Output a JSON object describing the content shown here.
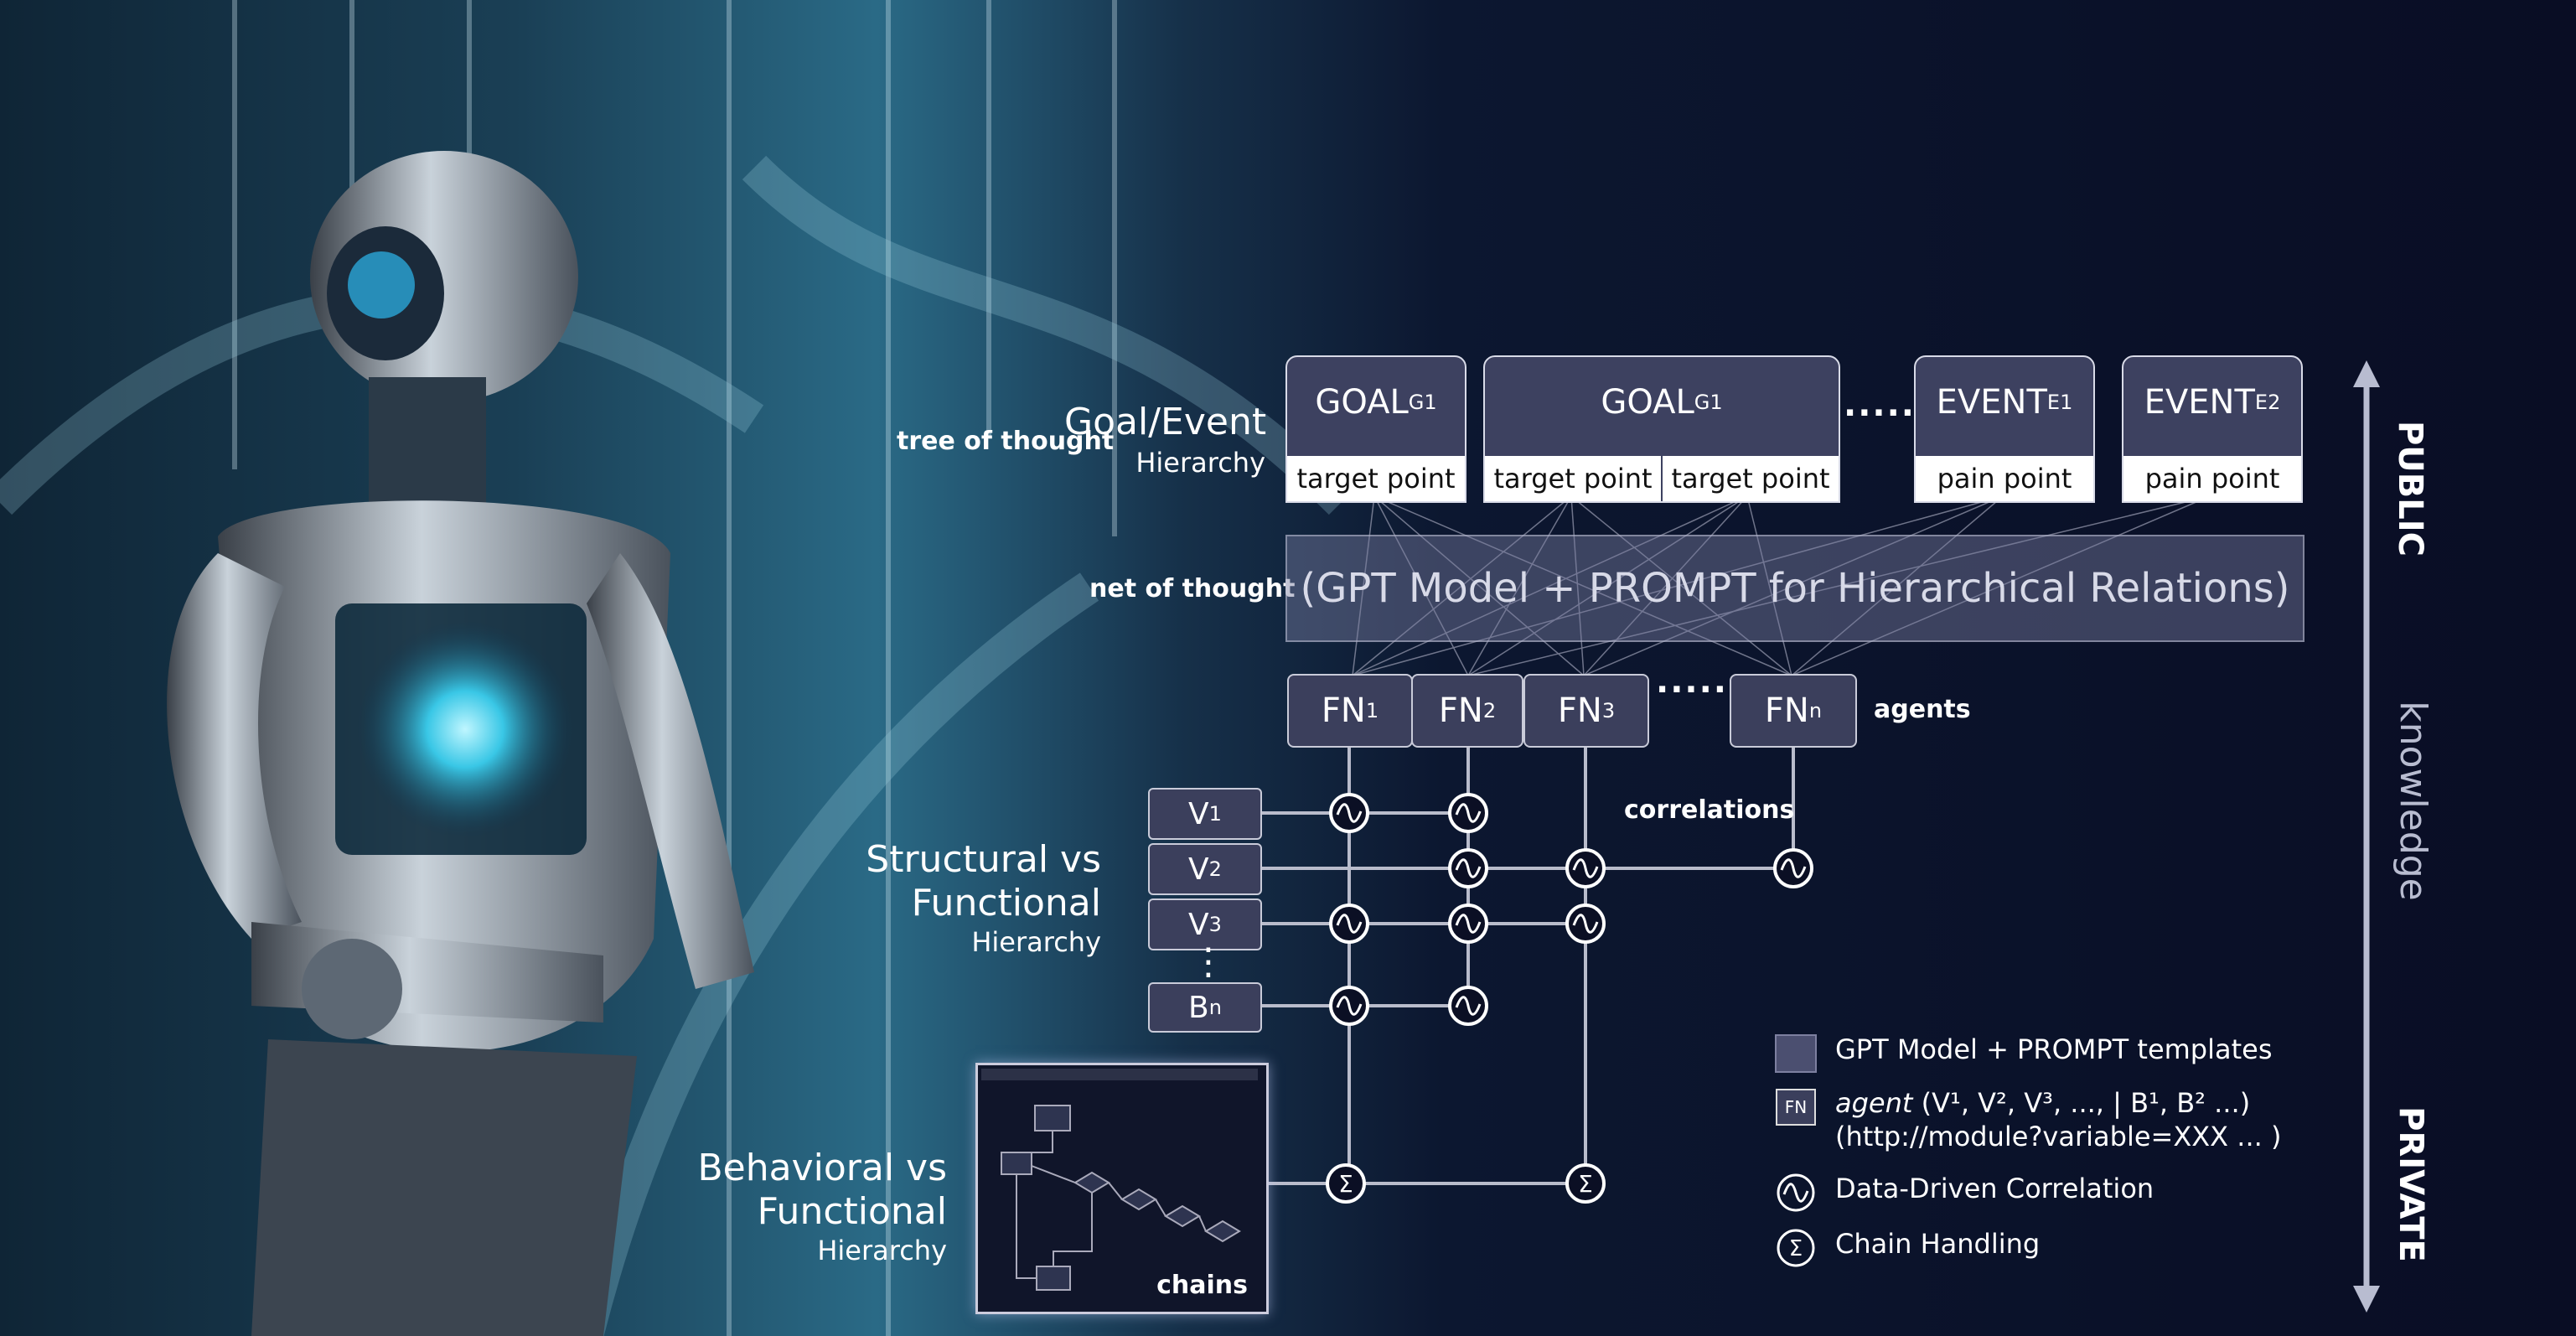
{
  "left_labels": {
    "tree_of_thought": "tree of thought",
    "net_of_thought": "net of thought",
    "goal_event": {
      "title": "Goal/Event",
      "sub": "Hierarchy"
    },
    "structural": {
      "line1": "Structural vs",
      "line2": "Functional",
      "sub": "Hierarchy"
    },
    "behavioral": {
      "line1": "Behavioral vs",
      "line2": "Functional",
      "sub": "Hierarchy"
    }
  },
  "top_boxes": [
    {
      "title": "GOAL",
      "sup": "G1",
      "points": [
        "target point"
      ]
    },
    {
      "title": "GOAL",
      "sup": "G1",
      "points": [
        "target point",
        "target point"
      ]
    },
    {
      "title": "EVENT",
      "sup": "E1",
      "points": [
        "pain point"
      ]
    },
    {
      "title": "EVENT",
      "sup": "E2",
      "points": [
        "pain point"
      ]
    }
  ],
  "ellipsis": "·······",
  "gpt_box": "(GPT Model + PROMPT for Hierarchical Relations)",
  "fn_nodes": [
    {
      "label": "FN",
      "sup": "1"
    },
    {
      "label": "FN",
      "sup": "2"
    },
    {
      "label": "FN",
      "sup": "3"
    },
    {
      "label": "FN",
      "sup": "n"
    }
  ],
  "agents_label": "agents",
  "correlations_label": "correlations",
  "v_nodes": [
    {
      "label": "V",
      "sup": "1"
    },
    {
      "label": "V",
      "sup": "2"
    },
    {
      "label": "V",
      "sup": "3"
    },
    {
      "label": "B",
      "sup": "n"
    }
  ],
  "vertical_ellipsis": "⋮",
  "chains_label": "chains",
  "axis": {
    "top": "PUBLIC",
    "middle": "knowledge",
    "bottom": "PRIVATE"
  },
  "legend": {
    "gpt": "GPT Model + PROMPT templates",
    "fn_icon": "FN",
    "agent_word": "agent",
    "agent_args": "(V¹, V², V³, ..., | B¹, B² ...)",
    "agent_url": "(http://module?variable=XXX ... )",
    "correlation": "Data-Driven Correlation",
    "chain": "Chain Handling"
  },
  "colors": {
    "node_fill": "#3b3f5c",
    "line": "#b9bccb",
    "background": "#0b0f24"
  },
  "icons": [
    "correlation-wave-icon",
    "sigma-chain-icon",
    "double-arrow-icon"
  ]
}
